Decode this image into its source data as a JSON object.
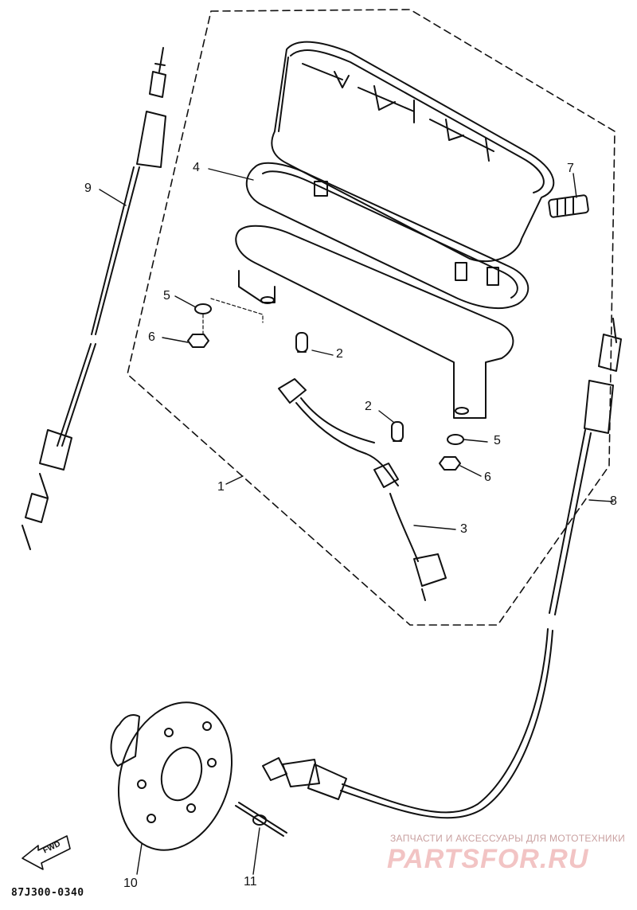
{
  "diagram": {
    "part_numbers": [
      "1",
      "2",
      "3",
      "4",
      "5",
      "6",
      "7",
      "8",
      "9",
      "10",
      "11"
    ],
    "direction_label": "FWD",
    "drawing_code": "87J300-0340",
    "watermark_text": "ЗАПЧАСТИ И АКСЕССУАРЫ ДЛЯ МОТОТЕХНИКИ",
    "watermark_logo": "PARTSFOR.RU",
    "colors": {
      "line": "#111111",
      "watermark_text": "#c9a0a0",
      "watermark_logo": "#f2c4c4"
    }
  }
}
